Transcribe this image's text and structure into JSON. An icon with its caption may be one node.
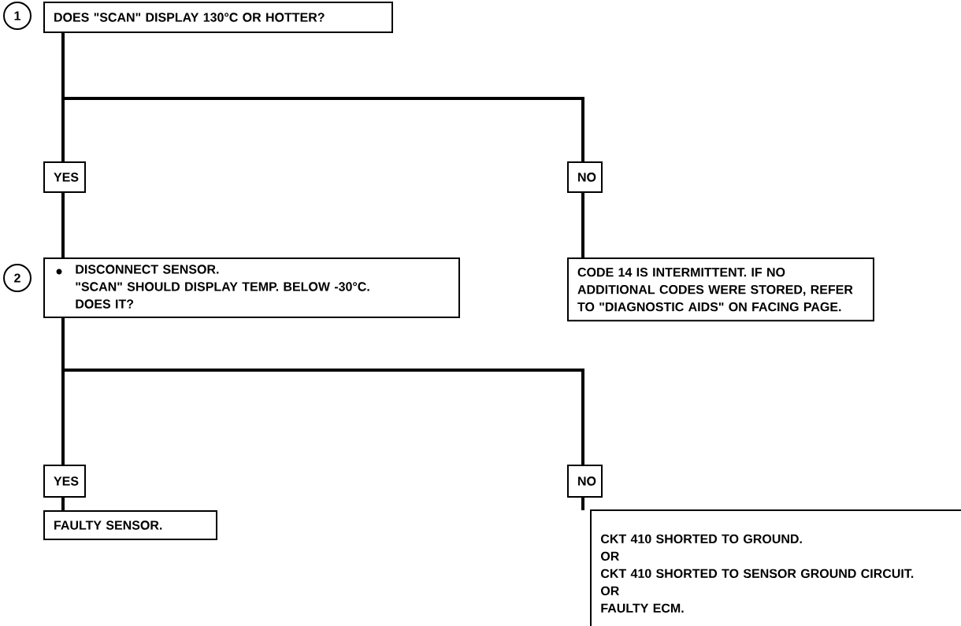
{
  "diagram": {
    "nodes": [
      {
        "text": [
          "1"
        ]
      },
      {
        "text": [
          "DOES \"SCAN\" DISPLAY 130°C OR HOTTER?"
        ]
      },
      {
        "text": [
          "YES"
        ]
      },
      {
        "text": [
          "NO"
        ]
      },
      {
        "text": [
          "2"
        ]
      },
      {
        "text": [
          "DISCONNECT SENSOR.",
          "\"SCAN\" SHOULD DISPLAY TEMP. BELOW -30°C. DOES IT?"
        ]
      },
      {
        "text": [
          "CODE 14 IS INTERMITTENT.  IF NO ADDITIONAL CODES WERE STORED, REFER TO \"DIAGNOSTIC AIDS\" ON FACING PAGE."
        ]
      },
      {
        "text": [
          "YES"
        ]
      },
      {
        "text": [
          "NO"
        ]
      },
      {
        "text": [
          "FAULTY SENSOR."
        ]
      },
      {
        "text": [
          "CKT 410  SHORTED TO GROUND.",
          "OR",
          "CKT 410 SHORTED TO SENSOR GROUND CIRCUIT.",
          "OR",
          "FAULTY ECM."
        ]
      }
    ],
    "edges": [
      {
        "from": 1,
        "to": 2,
        "arrow": "none"
      },
      {
        "from": 1,
        "to": 3,
        "arrow": "none"
      },
      {
        "from": 2,
        "to": 5,
        "arrow": "none"
      },
      {
        "from": 3,
        "to": 6,
        "arrow": "none"
      },
      {
        "from": 5,
        "to": 7,
        "arrow": "none"
      },
      {
        "from": 5,
        "to": 8,
        "arrow": "none"
      },
      {
        "from": 7,
        "to": 9,
        "arrow": "none"
      },
      {
        "from": 8,
        "to": 10,
        "arrow": "none"
      }
    ]
  }
}
